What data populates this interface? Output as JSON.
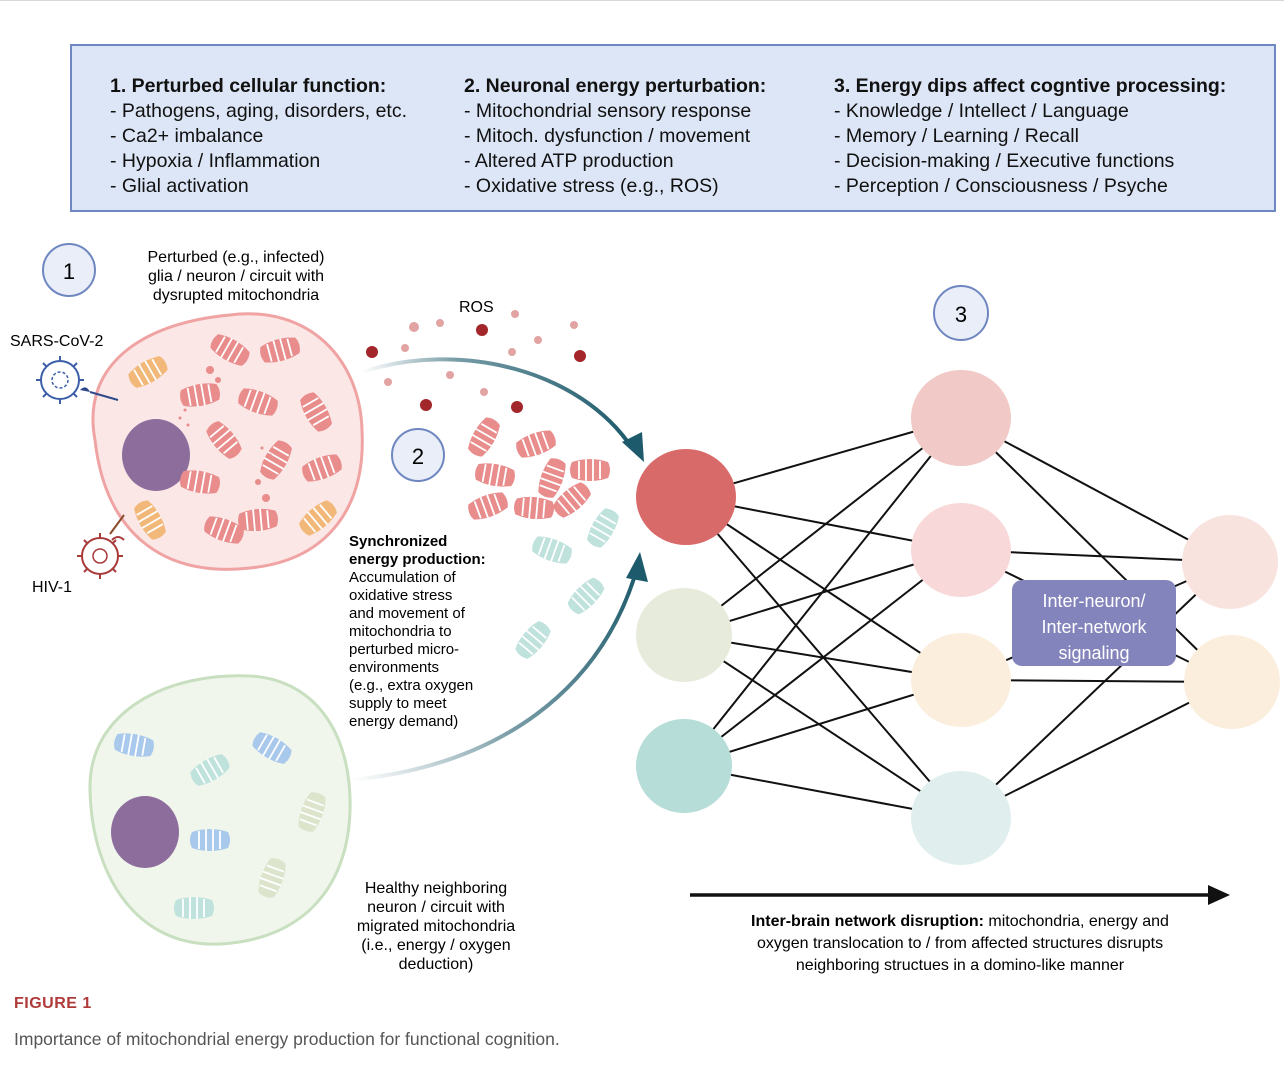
{
  "summary": {
    "columns": [
      {
        "heading": "1. Perturbed cellular function:",
        "items": [
          "- Pathogens, aging, disorders, etc.",
          "- Ca2+ imbalance",
          "- Hypoxia / Inflammation",
          "- Glial activation"
        ]
      },
      {
        "heading": "2. Neuronal energy perturbation:",
        "items": [
          "- Mitochondrial sensory response",
          "- Mitoch. dysfunction / movement",
          "- Altered ATP production",
          "- Oxidative stress (e.g., ROS)"
        ]
      },
      {
        "heading": "3. Energy dips affect cogntive processing:",
        "items": [
          "- Knowledge / Intellect / Language",
          "- Memory / Learning / Recall",
          "- Decision-making / Executive functions",
          "- Perception / Consciousness / Psyche"
        ]
      }
    ]
  },
  "step_markers": [
    "1",
    "2",
    "3"
  ],
  "perturbed_cell": {
    "label_lines": [
      "Perturbed (e.g., infected)",
      "glia / neuron / circuit with",
      "dysrupted mitochondria"
    ],
    "pathogens": [
      "SARS-CoV-2",
      "HIV-1"
    ]
  },
  "ros_label": "ROS",
  "sync": {
    "title_lines": [
      "Synchronized",
      "energy production:"
    ],
    "body_lines": [
      "Accumulation of",
      "oxidative stress",
      "and movement of",
      "mitochondria to",
      "perturbed micro-",
      "environments",
      "(e.g., extra oxygen",
      "supply to meet",
      "energy demand)"
    ]
  },
  "healthy_cell": {
    "label_lines": [
      "Healthy neighboring",
      "neuron / circuit with",
      "migrated mitochondria",
      "(i.e., energy / oxygen",
      "deduction)"
    ]
  },
  "network": {
    "signal_label_lines": [
      "Inter-neuron/",
      "Inter-network",
      "signaling"
    ],
    "node_colors": {
      "input": [
        "#d96a6a",
        "#e6ebdc",
        "#b7ddd8"
      ],
      "hidden": [
        "#f1c9c6",
        "#f8d8d8",
        "#fbeedd",
        "#e0efee"
      ],
      "output": [
        "#f8e3df",
        "#fbeedd"
      ]
    }
  },
  "disruption": {
    "bold": "Inter-brain network disruption:",
    "line1_rest": " mitochondria, energy and",
    "line2": "oxygen translocation to / from affected structures disrupts",
    "line3": "neighboring structues in a domino-like manner"
  },
  "caption": {
    "label": "FIGURE 1",
    "text": "Importance of mitochondrial energy production for functional cognition."
  },
  "colors": {
    "box_fill": "#dde6f6",
    "box_border": "#6f87c0",
    "perturbed_cell_fill": "#fbe7e6",
    "perturbed_cell_border": "#f0a3a3",
    "healthy_cell_fill": "#f0f6ec",
    "healthy_cell_border": "#c8dfc0",
    "nucleus": "#8d6d9c",
    "arrow": "#1d5a6b",
    "ros_dark": "#a3262b",
    "ros_light": "#e2a3a3",
    "signal_box": "#8484bc"
  }
}
